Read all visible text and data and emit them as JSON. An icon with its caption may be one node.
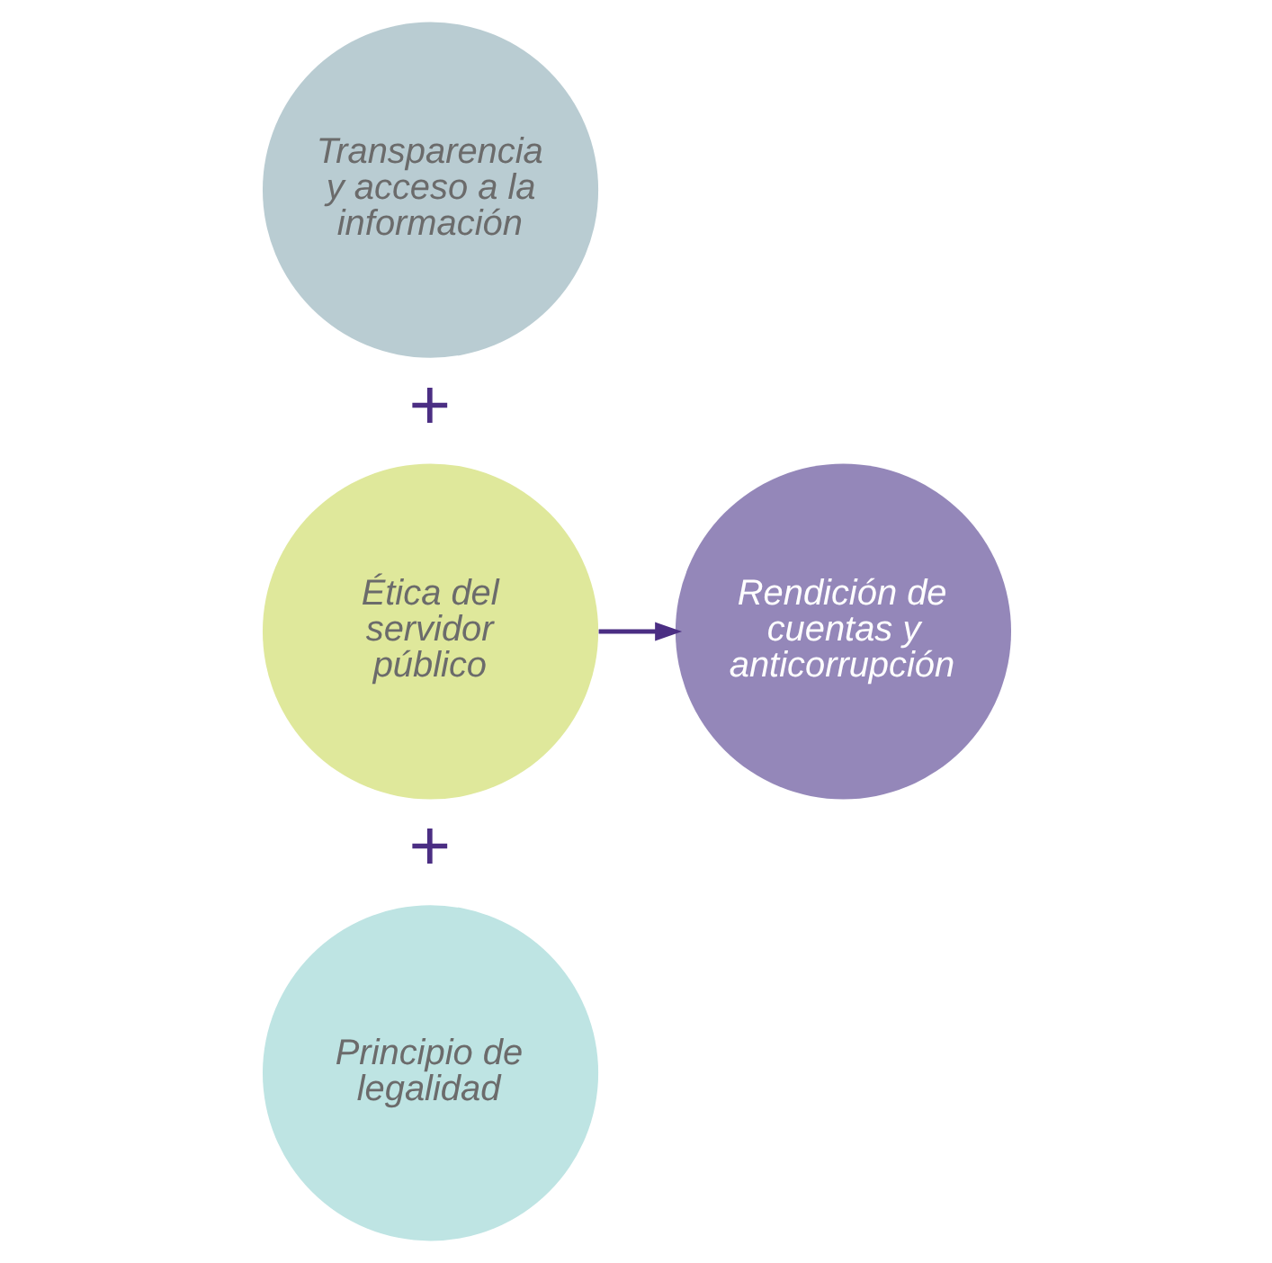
{
  "diagram": {
    "nodes": [
      {
        "text": [
          "Transparencia y acceso a la información"
        ]
      },
      {
        "text": [
          "Ética del servidor público"
        ]
      },
      {
        "text": [
          "Principio de legalidad"
        ]
      },
      {
        "text": [
          "Rendición de cuentas y anticorrupción"
        ]
      }
    ],
    "edges": [
      {
        "from": 1,
        "to": 3,
        "arrow": "to"
      }
    ],
    "labels": [
      "+",
      "+"
    ]
  }
}
